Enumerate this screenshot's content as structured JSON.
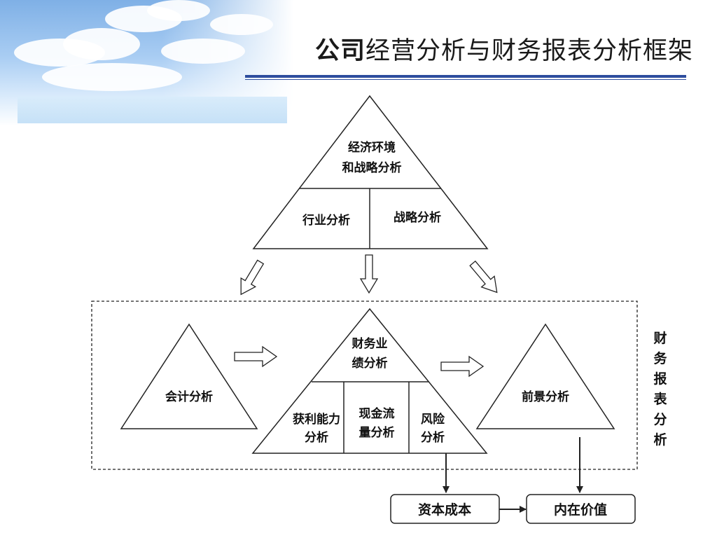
{
  "title": {
    "bold_part": "公司",
    "regular_part": "经营分析与财务报表分析框架"
  },
  "top_triangle": {
    "apex": [
      "经济环境",
      "和战略分析"
    ],
    "left": "行业分析",
    "right": "战略分析"
  },
  "accounting": "会计分析",
  "financial": {
    "apex": [
      "财务业",
      "绩分析"
    ],
    "profitability": [
      "获利能力",
      "分析"
    ],
    "cashflow": [
      "现金流",
      "量分析"
    ],
    "risk": [
      "风险",
      "分析"
    ]
  },
  "prospect": "前景分析",
  "side_label": [
    "财",
    "务",
    "报",
    "表",
    "分",
    "析"
  ],
  "cost_of_capital": "资本成本",
  "intrinsic_value": "内在价值",
  "colors": {
    "title_rule": "#2e4d9e",
    "line": "#222222",
    "sky": "#a9cdf3"
  }
}
